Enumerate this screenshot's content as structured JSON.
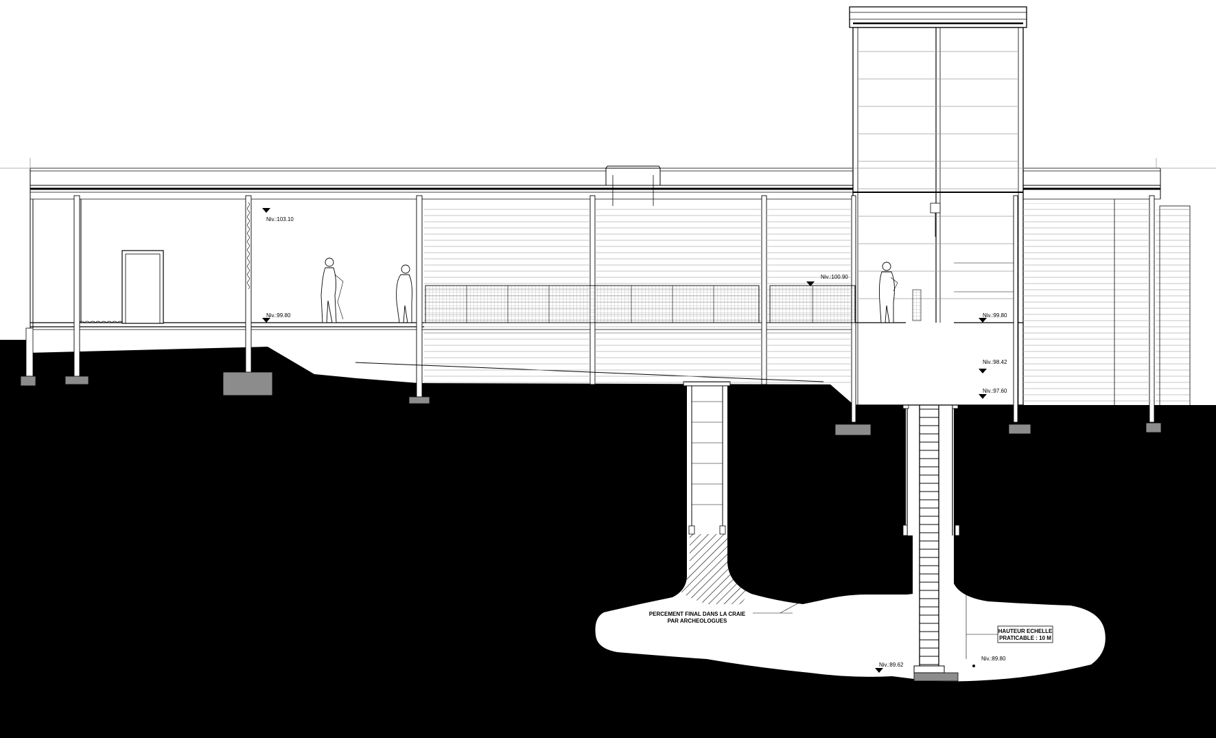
{
  "levels": {
    "lvl_103_10": "Niv.:103.10",
    "lvl_99_80_left": "Niv.:99.80",
    "lvl_100_90": "Niv.:100.90",
    "lvl_99_80_right": "Niv.:99.80",
    "lvl_98_42": "Niv.:98.42",
    "lvl_97_60": "Niv.:97.60",
    "lvl_89_62": "Niv.:89.62",
    "lvl_89_80": "Niv.:89.80"
  },
  "annotations": {
    "chalk_line1": "PERCEMENT FINAL DANS LA CRAIE",
    "chalk_line2": "PAR ARCHEOLOGUES",
    "ladder_line1": "HAUTEUR ECHELLE",
    "ladder_line2": "PRATICABLE : 10 M"
  },
  "colors": {
    "ground": "#000000",
    "paper": "#ffffff",
    "footing": "#8c8c8c"
  }
}
